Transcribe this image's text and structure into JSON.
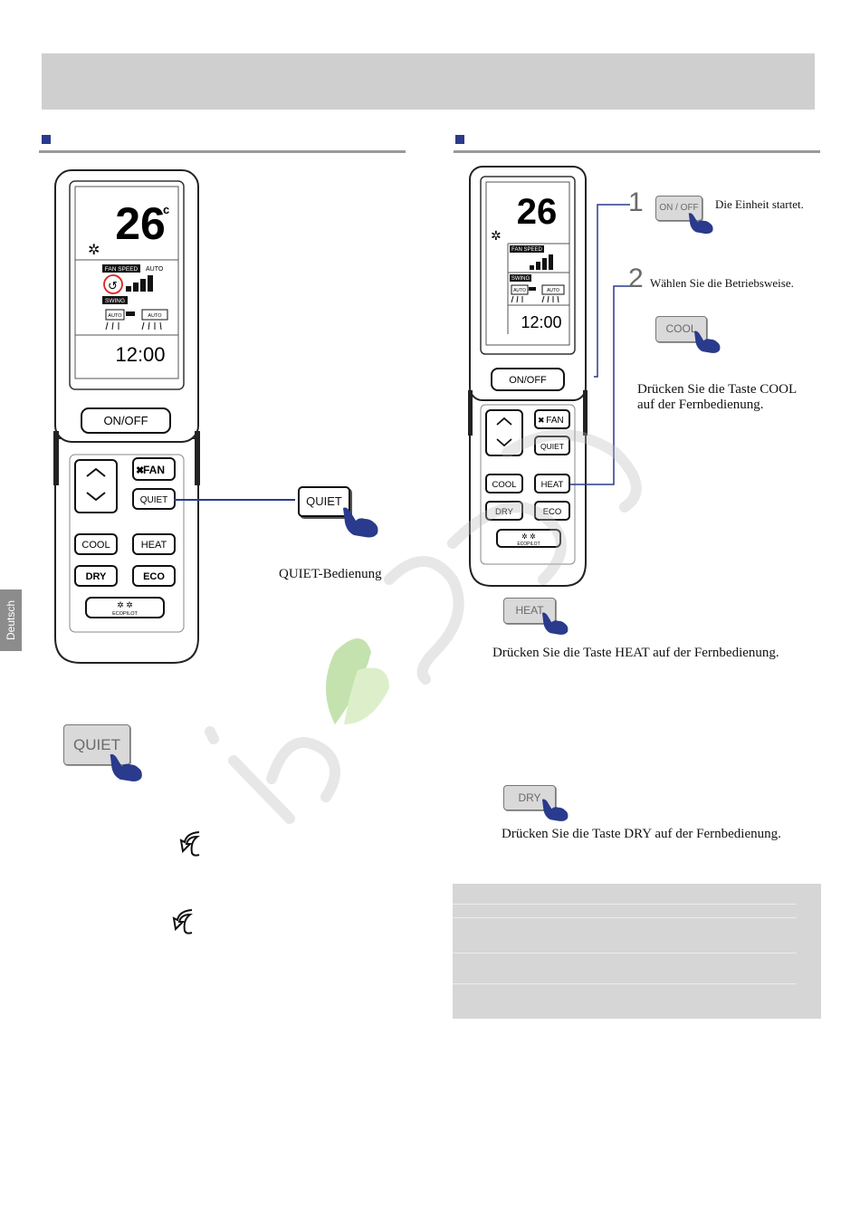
{
  "sidebar": {
    "language": "Deutsch"
  },
  "remote_left": {
    "temp": "26",
    "temp_unit": "c",
    "fan_speed": "FAN SPEED",
    "auto": "AUTO",
    "swing": "SWING",
    "swing_auto_a": "AUTO",
    "swing_auto_b": "AUTO",
    "clock": "12:00",
    "on_off": "ON/OFF",
    "fan": "FAN",
    "quiet": "QUIET",
    "cool": "COOL",
    "heat": "HEAT",
    "dry": "DRY",
    "eco": "ECO",
    "ecopilot": "ECOPILOT"
  },
  "remote_right": {
    "temp": "26",
    "fan_speed": "FAN SPEED",
    "swing": "SWING",
    "swing_auto_a": "AUTO",
    "swing_auto_b": "AUTO",
    "clock": "12:00",
    "on_off": "ON/OFF",
    "fan": "FAN",
    "quiet": "QUIET",
    "cool": "COOL",
    "heat": "HEAT",
    "dry": "DRY",
    "eco": "ECO",
    "ecopilot": "ECOPILOT"
  },
  "left": {
    "callout_button": "QUIET",
    "callout_text": "QUIET-Bedienung",
    "big_button": "QUIET"
  },
  "right": {
    "step1_num": "1",
    "step1_button": "ON / OFF",
    "step1_text": "Die Einheit startet.",
    "step2_num": "2",
    "step2_text": "Wählen Sie die Betriebsweise.",
    "cool_button": "COOL",
    "cool_text_1": "Drücken Sie die Taste COOL",
    "cool_text_2": "auf der Fernbedienung.",
    "heat_button": "HEAT",
    "heat_text": "Drücken Sie die Taste HEAT auf der Fernbedienung.",
    "dry_button": "DRY",
    "dry_text": "Drücken Sie die Taste DRY auf der Fernbedienung."
  },
  "icons": {
    "quiet_symbol": "quiet-swirl-icon",
    "hand": "pointing-hand-icon",
    "fan_snowflake": "snowflake-icon"
  },
  "colors": {
    "accent": "#2a3a8c",
    "hand": "#2a3a8c",
    "band": "#cfcfcf"
  }
}
